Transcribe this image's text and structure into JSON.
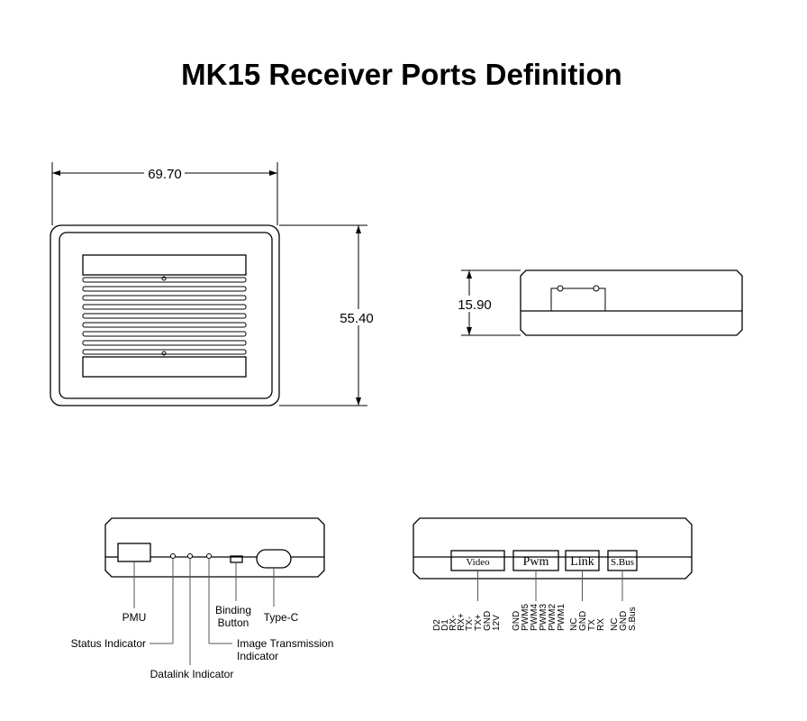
{
  "title": "MK15 Receiver Ports Definition",
  "dimensions": {
    "width": "69.70",
    "length": "55.40",
    "height": "15.90"
  },
  "front_panel": {
    "pmu": "PMU",
    "binding_button": [
      "Binding",
      "Button"
    ],
    "type_c": "Type-C",
    "status_indicator": "Status Indicator",
    "datalink_indicator": "Datalink Indicator",
    "image_transmission_indicator": [
      "Image Transmission",
      "Indicator"
    ]
  },
  "rear_panel": {
    "ports": [
      {
        "label": "Video",
        "pins": [
          "D2",
          "D1",
          "RX-",
          "RX+",
          "TX-",
          "TX+",
          "GND",
          "12V"
        ]
      },
      {
        "label": "Pwm",
        "pins": [
          "GND",
          "PWM5",
          "PWM4",
          "PWM3",
          "PWM2",
          "PWM1"
        ]
      },
      {
        "label": "Link",
        "pins": [
          "NC",
          "GND",
          "TX",
          "RX"
        ]
      },
      {
        "label": "S.Bus",
        "pins": [
          "NC",
          "GND",
          "S.Bus"
        ]
      }
    ]
  }
}
